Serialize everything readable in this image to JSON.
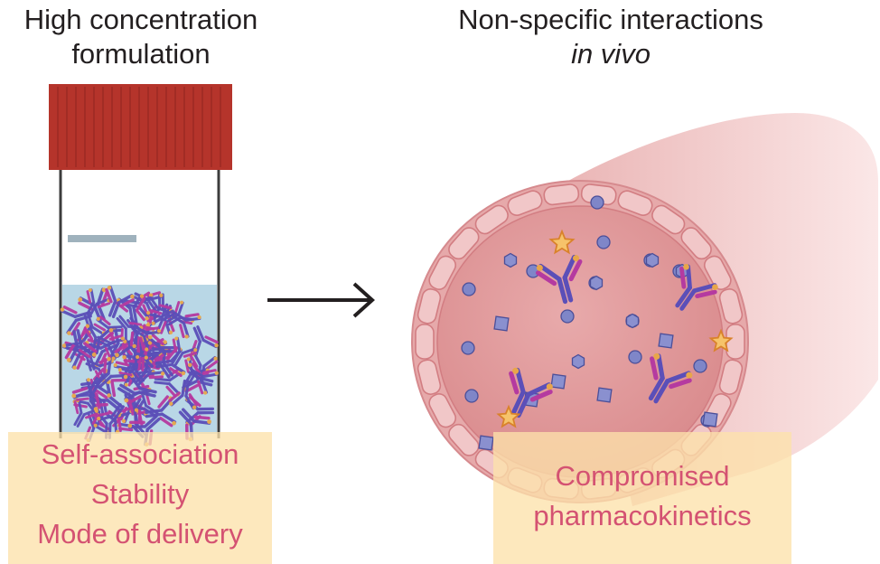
{
  "left_panel": {
    "title_line1": "High concentration",
    "title_line2": "formulation",
    "labels": [
      "Self-association",
      "Stability",
      "Mode of delivery"
    ]
  },
  "right_panel": {
    "title_line1": "Non-specific interactions",
    "title_line2": "in vivo",
    "labels": [
      "Compromised",
      "pharmacokinetics"
    ]
  },
  "colors": {
    "cap": "#b5342b",
    "liquid": "#b9d7e6",
    "vessel_fill": "#e7a7a7",
    "cell": "#f1c7c8",
    "label_box": "#fce2aa",
    "label_text": "#d45272",
    "antibody_blue": "#5b4fb8",
    "antibody_magenta": "#b53aa0",
    "star": "#f0a23a"
  },
  "icons": [
    "vial-icon",
    "arrow-right-icon",
    "blood-vessel-icon",
    "antibody-icon",
    "star-icon",
    "circle-molecule-icon",
    "square-molecule-icon",
    "hexagon-molecule-icon"
  ]
}
